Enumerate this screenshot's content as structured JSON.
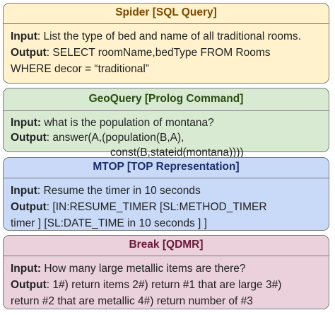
{
  "spider": {
    "title": "Spider [SQL Query]",
    "input_label": "Input",
    "input_text": ": List the type of bed and name of all traditional rooms.",
    "output_label": "Output",
    "output_line1": ": SELECT roomName,bedType FROM Rooms",
    "output_line2": "WHERE decor = “traditional”"
  },
  "geoquery": {
    "title": "GeoQuery [Prolog Command]",
    "input_label": "Input:",
    "input_text": " what is the population of montana?",
    "output_label": "Output",
    "output_line1": ": answer(A,(population(B,A),",
    "output_line2": "const(B,stateid(montana))))"
  },
  "mtop": {
    "title": "MTOP [TOP Representation]",
    "input_label": "Input",
    "input_text": ": Resume the timer in 10 seconds",
    "output_label": "Output",
    "output_line1": ": [IN:RESUME_TIMER [SL:METHOD_TIMER",
    "output_line2": "timer ] [SL:DATE_TIME in 10 seconds ] ]"
  },
  "break": {
    "title": "Break [QDMR]",
    "input_label": "Input:",
    "input_text": " How many large metallic items are there?",
    "output_label": "Output",
    "output_line1": ": 1#) return items 2#) return #1 that are large 3#)",
    "output_line2": "return #2 that are metallic 4#) return number of #3"
  },
  "colors": {
    "spider_bg": "#fff2cc",
    "geoquery_bg": "#d9ead3",
    "mtop_bg": "#c9daf8",
    "break_bg": "#ead1dc",
    "border": "#7d7d7d"
  }
}
